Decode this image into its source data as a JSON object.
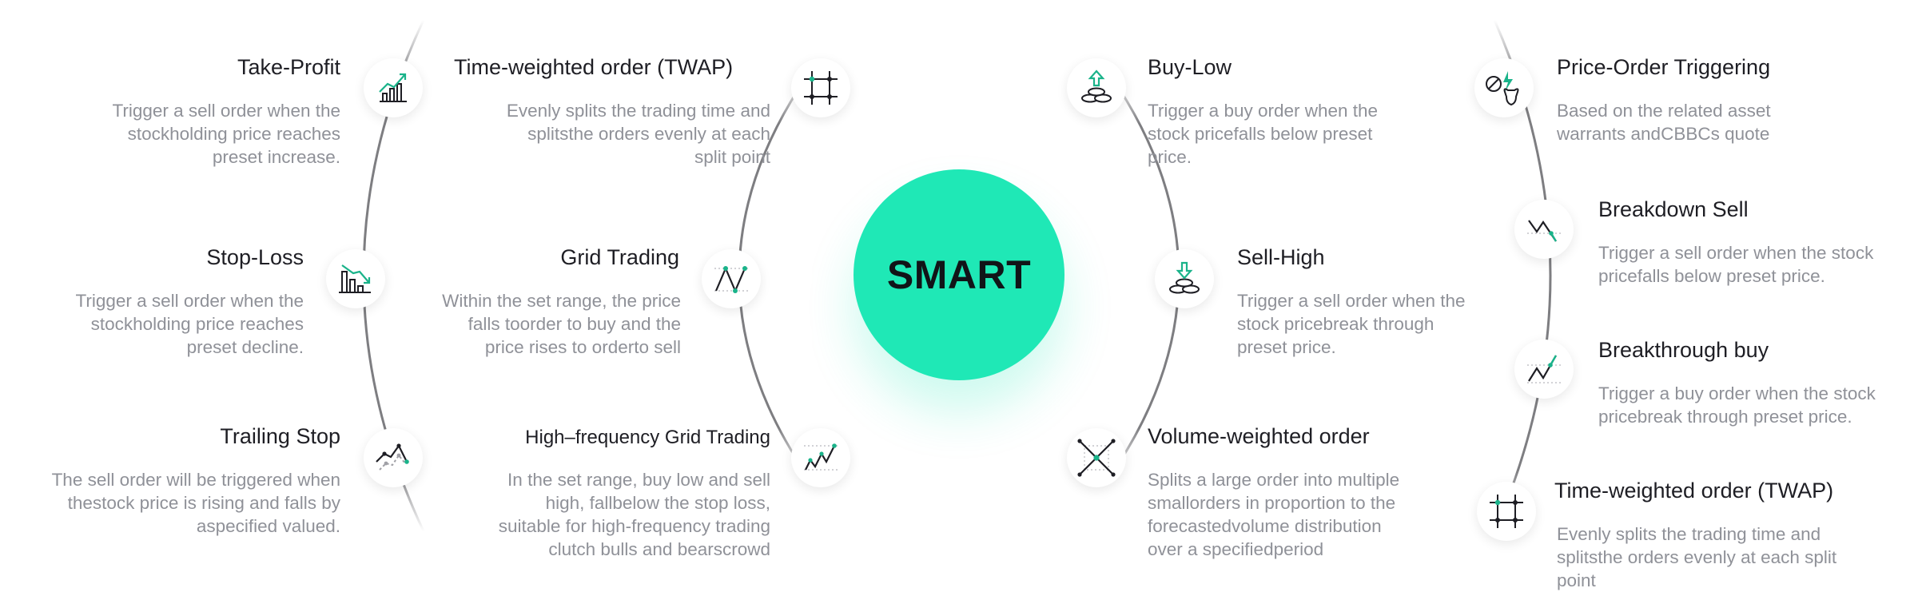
{
  "center": {
    "label": "SMART",
    "color": "#1fe8b6"
  },
  "colors": {
    "accent": "#1ab38a",
    "title": "#1e1e24",
    "text": "#8f9198",
    "line": "#6f6f73"
  },
  "items": {
    "take_profit": {
      "title": "Take-Profit",
      "desc": "Trigger a sell order when the\nstockholding price reaches\npreset increase.",
      "icon": "rising-bar-chart-icon"
    },
    "stop_loss": {
      "title": "Stop-Loss",
      "desc": "Trigger a sell order when the\nstockholding price reaches\npreset decline.",
      "icon": "falling-bar-chart-icon"
    },
    "trailing_stop": {
      "title": "Trailing Stop",
      "desc": "The sell order will be triggered when\nthestock price is rising and falls by\naspecified valued.",
      "icon": "trailing-line-icon"
    },
    "twap_left": {
      "title": "Time-weighted order (TWAP)",
      "desc": "Evenly splits the trading time and\nsplitsthe orders evenly at each\nsplit point",
      "icon": "grid-split-icon"
    },
    "grid_trading": {
      "title": "Grid Trading",
      "desc": "Within the set range, the price\nfalls toorder to buy and the\nprice rises to orderto sell",
      "icon": "zigzag-grid-icon"
    },
    "hf_grid_trading": {
      "title": "High–frequency Grid Trading",
      "desc": "In the set range, buy low and sell\nhigh, fallbelow the stop loss,\nsuitable for high-frequency trading\nclutch bulls and bearscrowd",
      "icon": "hf-zigzag-icon"
    },
    "buy_low": {
      "title": "Buy-Low",
      "desc": "Trigger a buy order when the\nstock pricefalls below preset\nprice.",
      "icon": "coins-up-arrow-icon"
    },
    "sell_high": {
      "title": "Sell-High",
      "desc": "Trigger a sell order when the\nstock pricebreak through\npreset price.",
      "icon": "coins-down-arrow-icon"
    },
    "vwap": {
      "title": "Volume-weighted order",
      "desc": "Splits a large order into multiple\nsmallorders in proportion to the\nforecastedvolume distribution\nover a specifiedperiod",
      "icon": "cross-box-icon"
    },
    "price_order_triggering": {
      "title": "Price-Order Triggering",
      "desc": "Based on the related asset\nwarrants andCBBCs quote",
      "icon": "bull-lightning-icon"
    },
    "breakdown_sell": {
      "title": "Breakdown Sell",
      "desc": "Trigger a sell order when the stock\npricefalls below preset price.",
      "icon": "breakdown-line-icon"
    },
    "breakthrough_buy": {
      "title": "Breakthrough buy",
      "desc": "Trigger a buy order when the stock\npricebreak through preset price.",
      "icon": "breakthrough-line-icon"
    },
    "twap_right": {
      "title": "Time-weighted order (TWAP)",
      "desc": "Evenly splits the trading time and\nsplitsthe orders evenly at each split\npoint",
      "icon": "grid-split-icon"
    }
  }
}
